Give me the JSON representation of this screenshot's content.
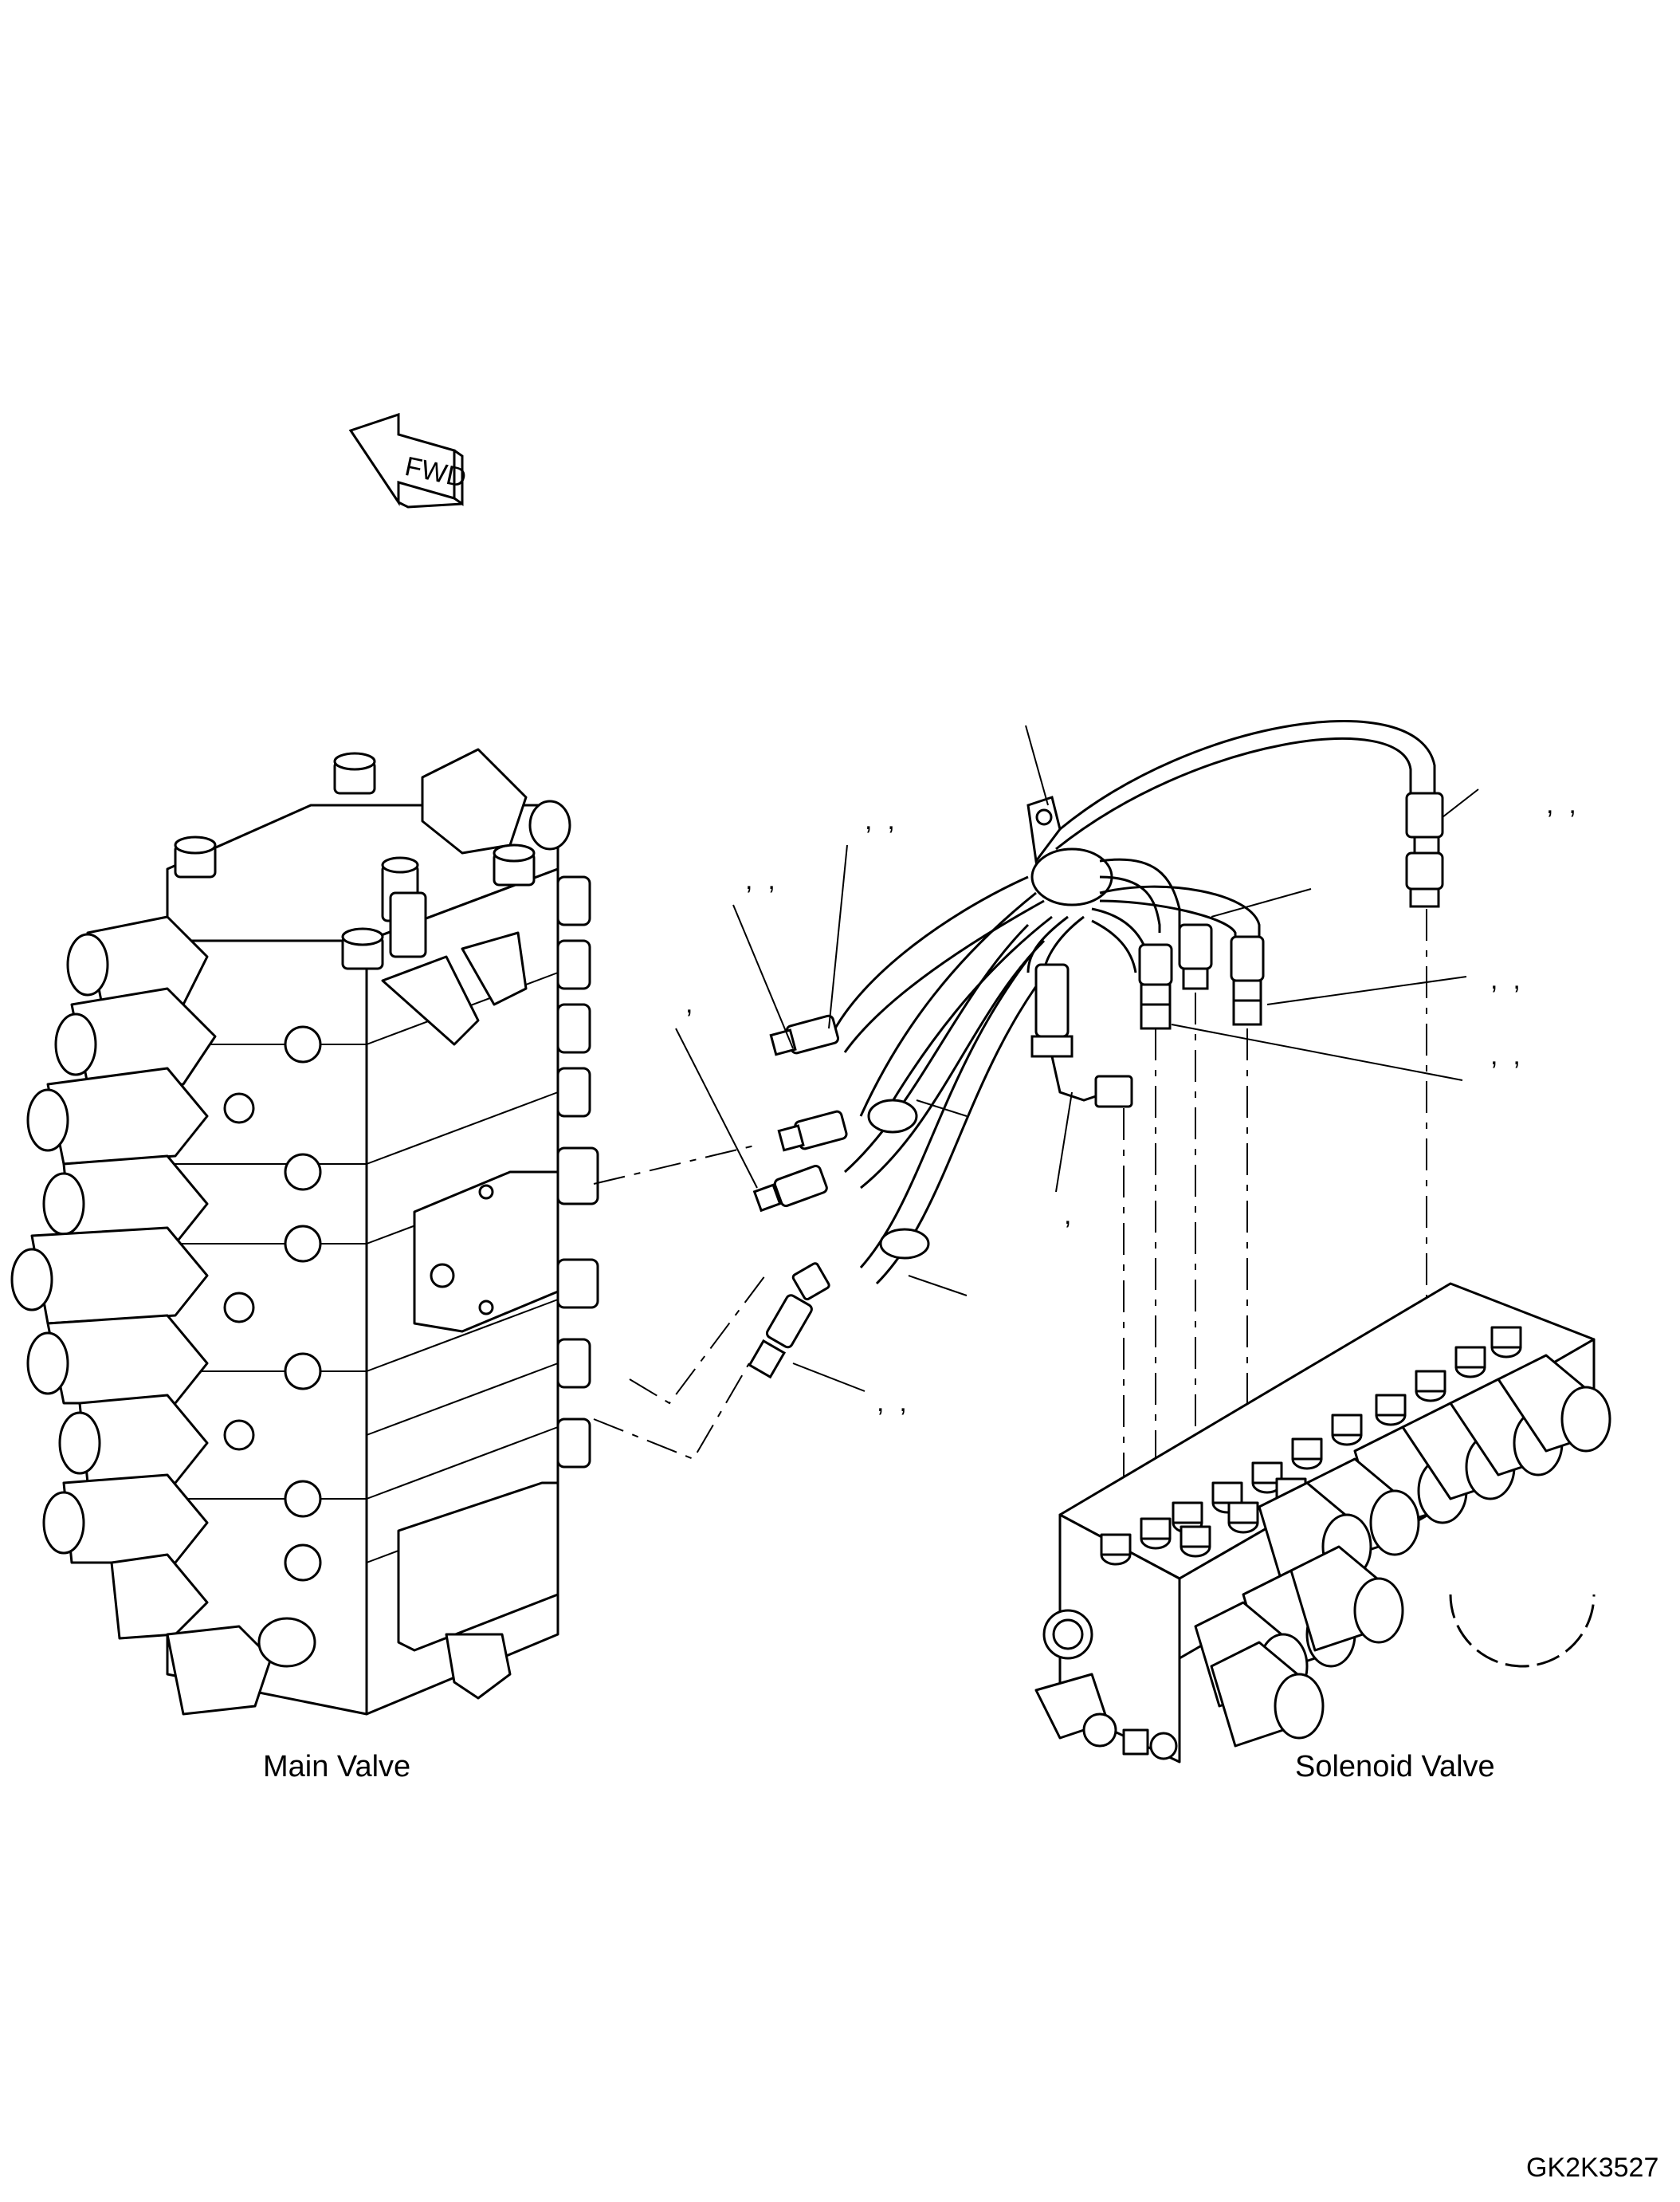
{
  "orientation_arrow": {
    "label": "FWD",
    "icon": "forward-direction-arrow-icon"
  },
  "captions": {
    "main_valve": "Main Valve",
    "solenoid_valve": "Solenoid Valve"
  },
  "figure_id": "GK2K3527",
  "callouts": [
    ",  ,",
    ",  ,",
    ",",
    ",  ,",
    ",  ,",
    ",  ,",
    ",",
    ",  ,"
  ]
}
